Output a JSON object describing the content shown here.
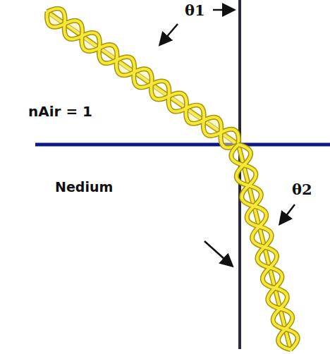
{
  "diagram": {
    "labels": [
      "θ1",
      "nAir = 1",
      "Nedium",
      "θ2"
    ]
  }
}
